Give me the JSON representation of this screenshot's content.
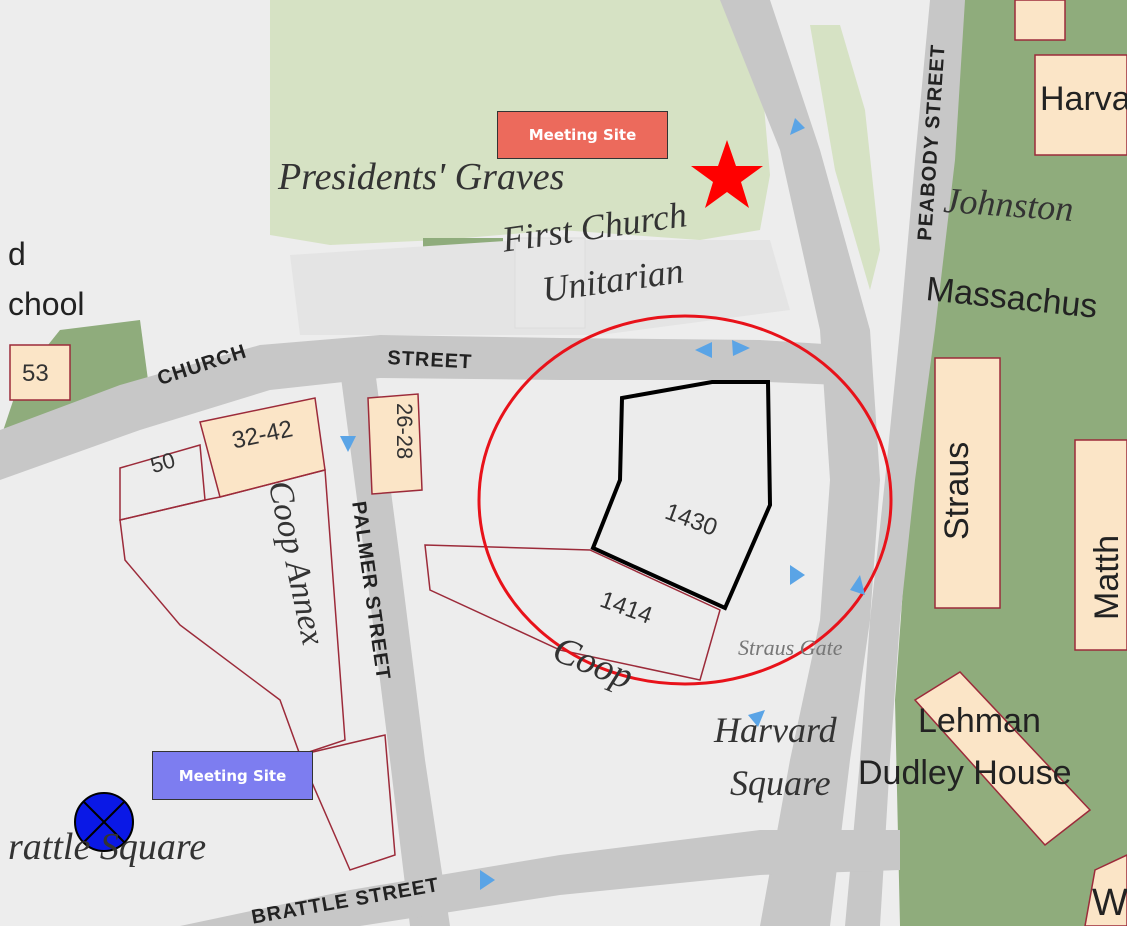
{
  "map": {
    "colors": {
      "background": "#ededed",
      "road": "#c7c7c7",
      "park": "#d6e2c4",
      "green": "#8fac7c",
      "building_tan": "#fbe5c7",
      "outline": "#9c2b3a",
      "circle": "#e8121a",
      "star": "#ff0000",
      "arrow": "#5aa4e6",
      "red_box": "#ec6a5c",
      "blue_box": "#7d7df0",
      "blue_marker": "#0a18e6"
    },
    "areas": {
      "presidents_graves": "Presidents' Graves",
      "first_church": "First Church",
      "unitarian": "Unitarian",
      "johnston": "Johnston",
      "coop_annex": "Coop Annex",
      "coop": "Coop",
      "straus_gate": "Straus Gate",
      "harvard": "Harvard",
      "square": "Square",
      "brattle_square": "rattle Square"
    },
    "streets": {
      "church": "CHURCH",
      "street": "STREET",
      "palmer": "PALMER STREET",
      "peabody": "PEABODY STREET",
      "brattle": "BRATTLE STREET"
    },
    "buildings": {
      "school": "chool",
      "partial_d": "d",
      "harvard_top": "Harva",
      "massachusetts": "Massachus",
      "straus": "Straus",
      "matthews": "Matth",
      "lehman": "Lehman",
      "dudley": "Dudley House",
      "w": "W"
    },
    "numbers": {
      "n53": "53",
      "n50": "50",
      "n3242": "32-42",
      "n2628": "26-28",
      "n1430": "1430",
      "n1414": "1414"
    },
    "meeting_sites": [
      {
        "label": "Meeting Site",
        "color": "red",
        "marker": "star-icon"
      },
      {
        "label": "Meeting Site",
        "color": "blue",
        "marker": "crossed-circle-icon"
      }
    ]
  }
}
